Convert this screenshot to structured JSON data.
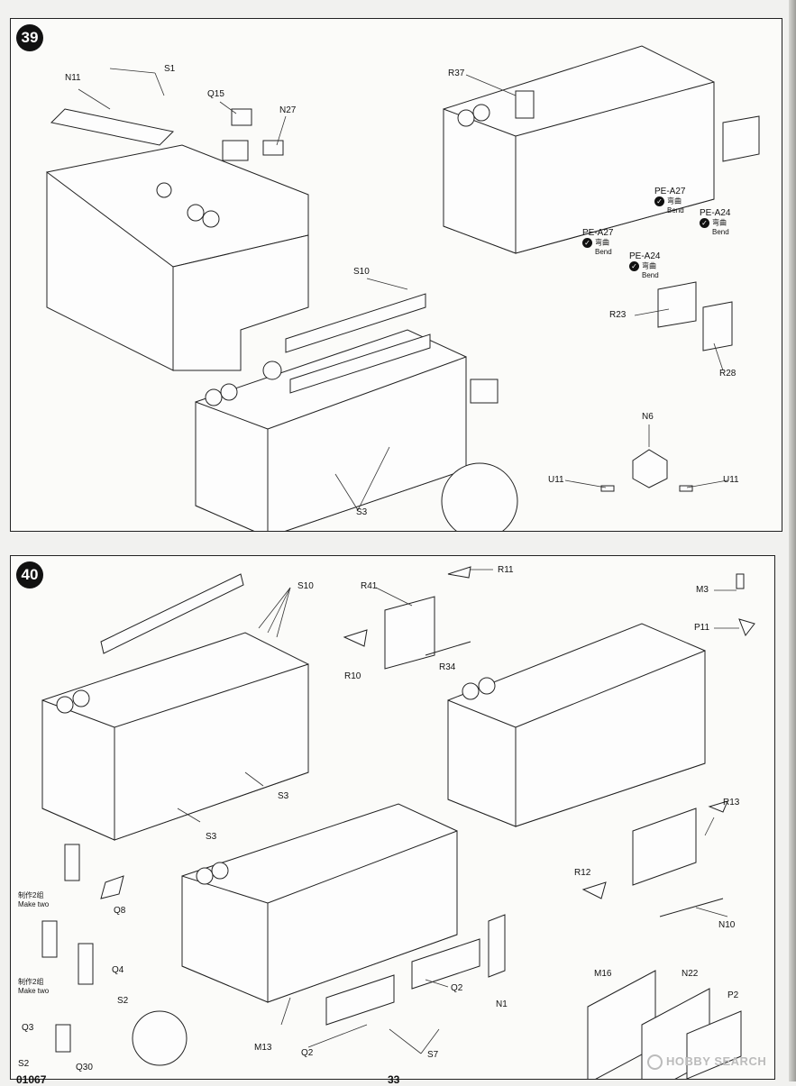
{
  "steps": [
    {
      "number": "39",
      "labels": {
        "s1": "S1",
        "n11": "N11",
        "q15": "Q15",
        "n27": "N27",
        "r37": "R37",
        "s10": "S10",
        "s3": "S3",
        "r23": "R23",
        "r28": "R28",
        "n6": "N6",
        "u11_left": "U11",
        "u11_right": "U11"
      },
      "bend_notes": [
        {
          "part": "PE-A27",
          "cn": "弯曲",
          "en": "Bend"
        },
        {
          "part": "PE-A27",
          "cn": "弯曲",
          "en": "Bend"
        },
        {
          "part": "PE-A24",
          "cn": "弯曲",
          "en": "Bend"
        },
        {
          "part": "PE-A24",
          "cn": "弯曲",
          "en": "Bend"
        }
      ]
    },
    {
      "number": "40",
      "labels": {
        "s10": "S10",
        "r11": "R11",
        "r41": "R41",
        "r10": "R10",
        "r34": "R34",
        "m3": "M3",
        "p11": "P11",
        "s3_a": "S3",
        "s3_b": "S3",
        "q8": "Q8",
        "q4": "Q4",
        "s2_a": "S2",
        "s2_b": "S2",
        "q3": "Q3",
        "q30": "Q30",
        "r13": "R13",
        "r12": "R12",
        "n10": "N10",
        "q2_a": "Q2",
        "q2_b": "Q2",
        "n1": "N1",
        "m13": "M13",
        "s7": "S7",
        "m16": "M16",
        "n22": "N22",
        "p2": "P2"
      },
      "make_two": [
        {
          "cn": "制作2组",
          "en": "Make two"
        },
        {
          "cn": "制作2组",
          "en": "Make two"
        }
      ]
    }
  ],
  "footer": {
    "code": "01067",
    "page": "33"
  },
  "watermark": {
    "text": "HOBBY SEARCH"
  }
}
